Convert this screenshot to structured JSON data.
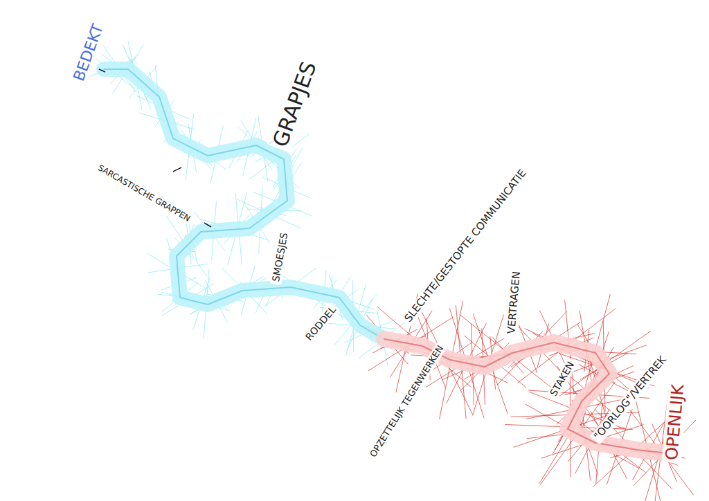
{
  "diagram": {
    "labels": [
      "BEDEKT",
      "GRAPJES",
      "SARCASTISCHE GRAPPEN",
      "SMOESJES",
      "RODDEL",
      "SLECHTE/GESTOPTE COMMUNICATIE",
      "OPZETTELIJK TEGENWERKEN",
      "VERTRAGEN",
      "STAKEN",
      "\"OORLOG\"/VERTREK",
      "OPENLIJK"
    ]
  }
}
